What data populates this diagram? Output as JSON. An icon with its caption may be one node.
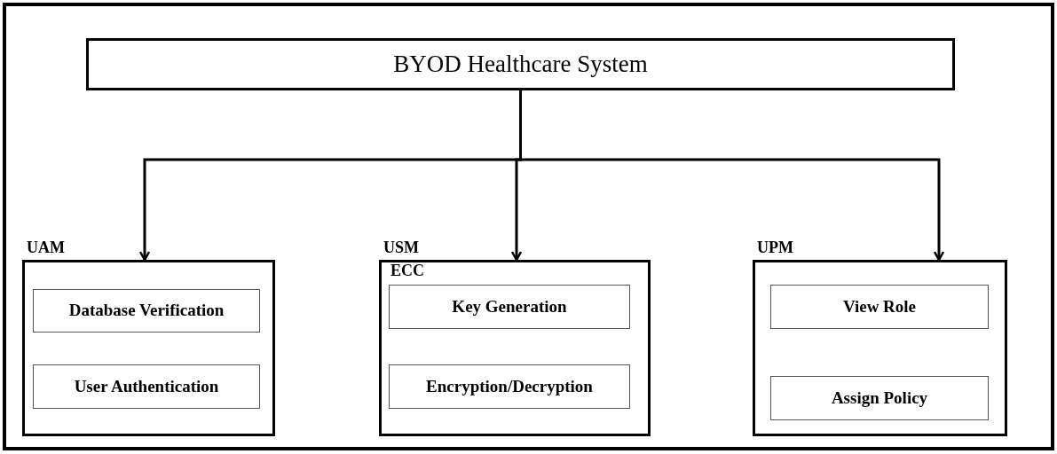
{
  "diagram": {
    "nodes": [
      {
        "text": [
          "BYOD Healthcare System"
        ]
      },
      {
        "text": [
          "UAM"
        ]
      },
      {
        "text": [
          "Database Verification"
        ],
        "in": 1
      },
      {
        "text": [
          "User Authentication"
        ],
        "in": 1
      },
      {
        "text": [
          "USM",
          "ECC"
        ]
      },
      {
        "text": [
          "Key Generation"
        ],
        "in": 4
      },
      {
        "text": [
          "Encryption/Decryption"
        ],
        "in": 4
      },
      {
        "text": [
          "UPM"
        ]
      },
      {
        "text": [
          "View Role"
        ],
        "in": 7
      },
      {
        "text": [
          "Assign Policy"
        ],
        "in": 7
      }
    ],
    "edges": [
      {
        "from": 0,
        "to": 1,
        "arrow": "to"
      },
      {
        "from": 0,
        "to": 4,
        "arrow": "to"
      },
      {
        "from": 0,
        "to": 7,
        "arrow": "to"
      }
    ]
  }
}
